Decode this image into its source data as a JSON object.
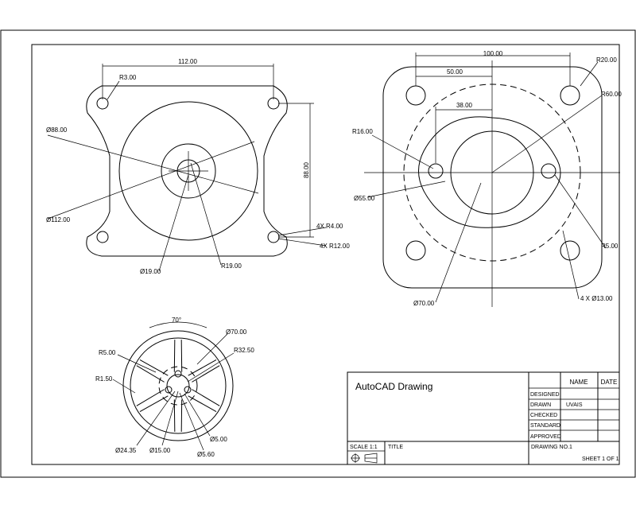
{
  "title_block": {
    "heading": "AutoCAD Drawing",
    "col_name": "NAME",
    "col_date": "DATE",
    "rows": [
      "DESIGNED",
      "DRAWN",
      "CHECKED",
      "STANDARD",
      "APPROVED"
    ],
    "drawn_name": "UVAIS",
    "scale": "SCALE 1:1",
    "title": "TITLE",
    "drawing_no": "DRAWING NO.1",
    "sheet": "SHEET 1 OF 1"
  },
  "view1": {
    "dim_width": "112.00",
    "dim_height": "88.00",
    "r_corner": "R3.00",
    "d_outer": "Ø88.00",
    "d_body": "Ø112.00",
    "d_bore": "Ø19.00",
    "r_boss": "R19.00",
    "r_small": "4X R4.00",
    "r_lug": "4X R12.00"
  },
  "view2": {
    "dim_width": "100.00",
    "dim_half": "50.00",
    "dim_offset": "38.00",
    "r_corner": "R20.00",
    "r_pcd": "R60.00",
    "r_lobe": "R16.00",
    "d_hub": "Ø55.00",
    "r_hole": "R5.00",
    "d_outer": "Ø70.00",
    "holes": "4 X Ø13.00"
  },
  "view3": {
    "angle": "70°",
    "d_outer": "Ø70.00",
    "r_rim": "R32.50",
    "r_spoke": "R5.00",
    "r_fillet": "R1.50",
    "d_hub": "Ø24.35",
    "d_bore": "Ø15.00",
    "d_hole": "Ø5.00",
    "d_small": "Ø5.60"
  }
}
